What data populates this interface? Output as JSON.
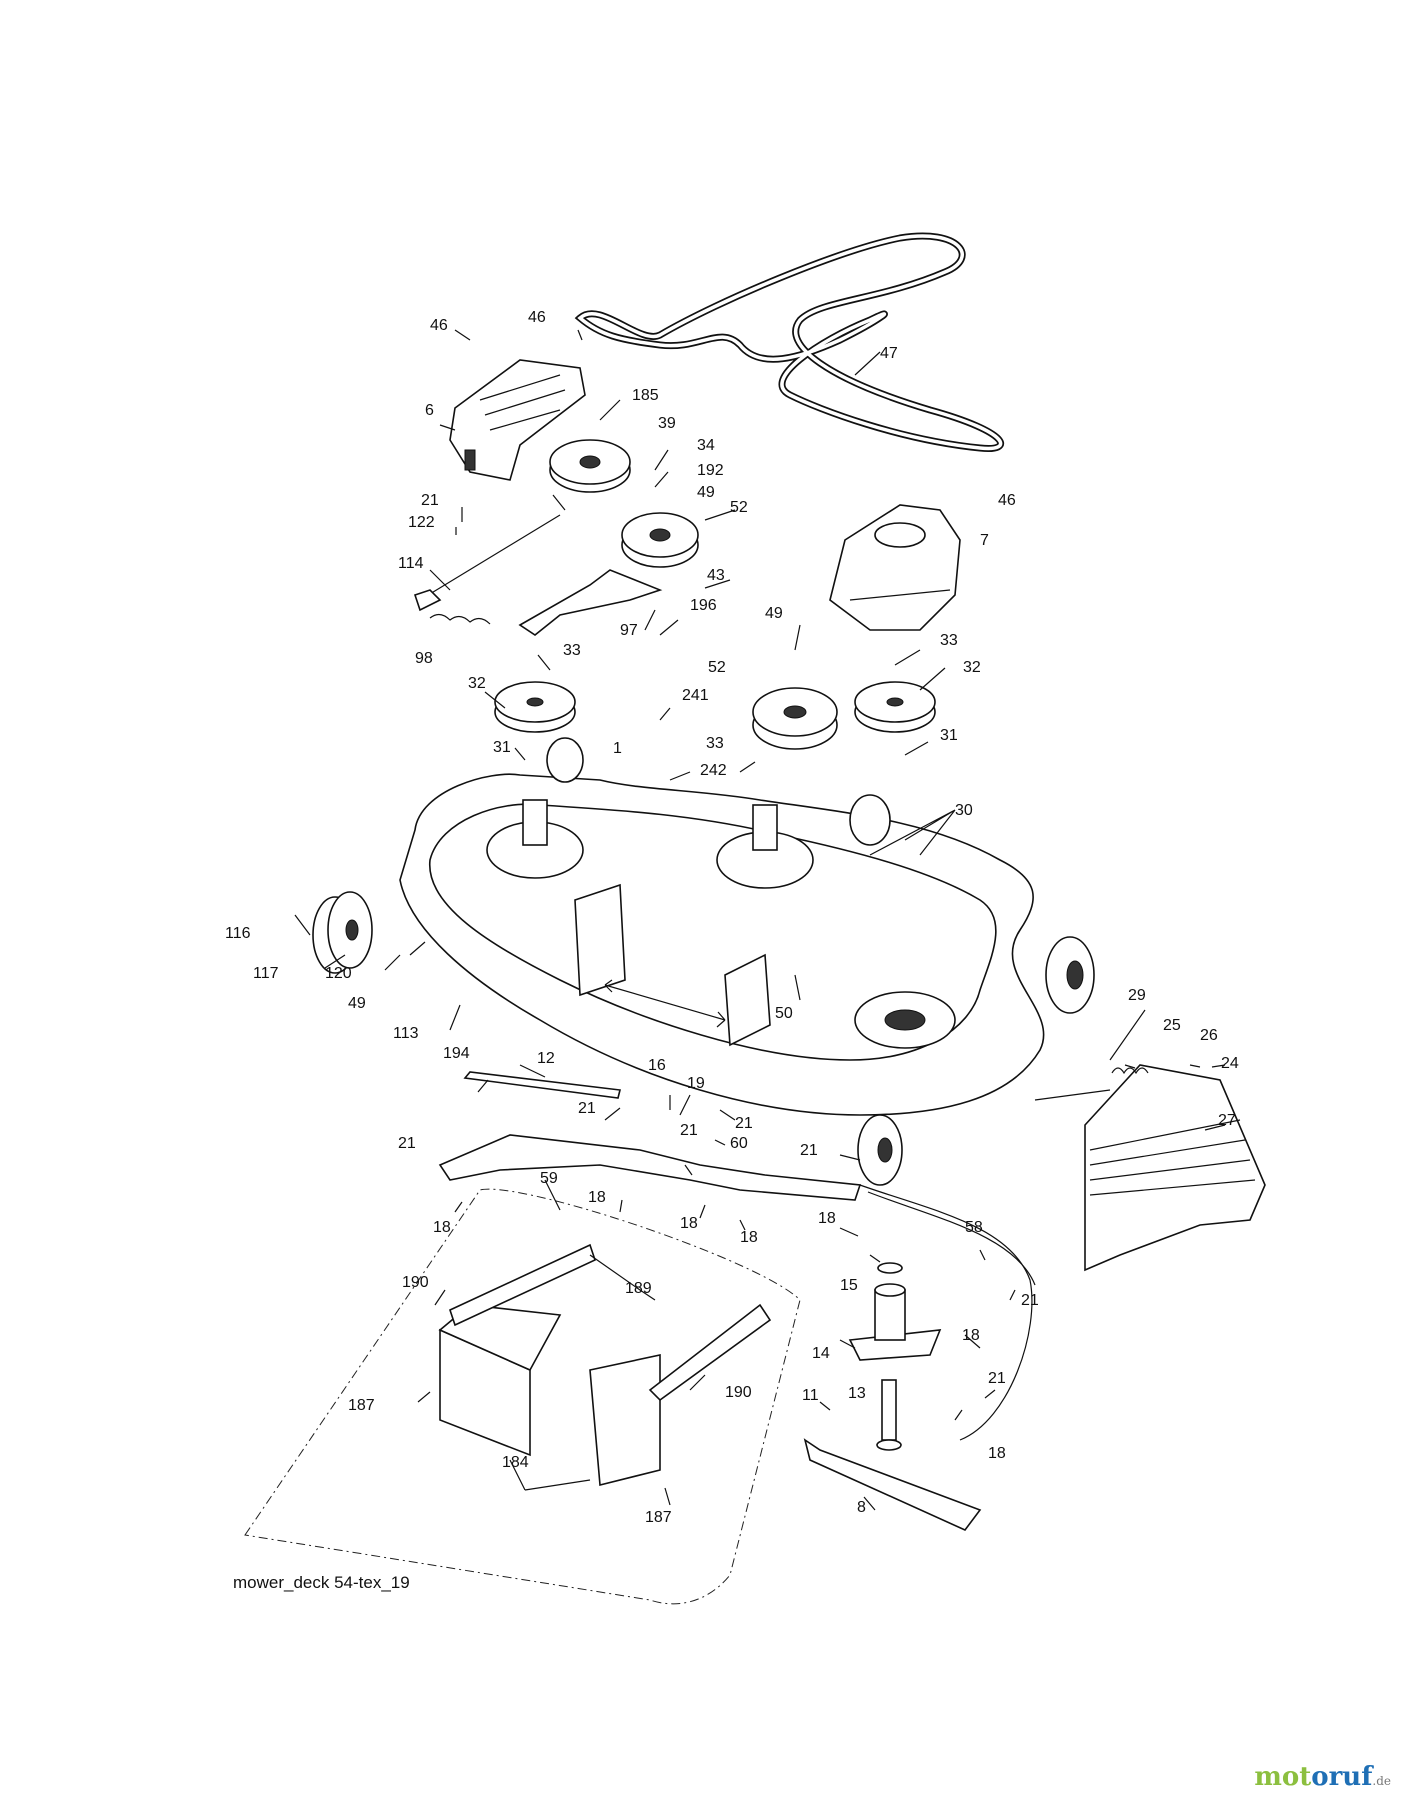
{
  "caption": "mower_deck 54-tex_19",
  "watermark": {
    "part1": "mot",
    "part2": "oruf",
    "tld": ".de"
  },
  "callouts": {
    "c46a": "46",
    "c46b": "46",
    "c46c": "46",
    "c47": "47",
    "c6": "6",
    "c185": "185",
    "c39": "39",
    "c34": "34",
    "c192": "192",
    "c49a": "49",
    "c52a": "52",
    "c21a": "21",
    "c122": "122",
    "c114": "114",
    "c43": "43",
    "c196": "196",
    "c97": "97",
    "c7": "7",
    "c49b": "49",
    "c33a": "33",
    "c98": "98",
    "c33b": "33",
    "c32a": "32",
    "c52b": "52",
    "c32b": "32",
    "c241": "241",
    "c31a": "31",
    "c33c": "33",
    "c242": "242",
    "c1": "1",
    "c31b": "31",
    "c30": "30",
    "c116": "116",
    "c117": "117",
    "c120": "120",
    "c49c": "49",
    "c50": "50",
    "c29": "29",
    "c113": "113",
    "c25": "25",
    "c26": "26",
    "c24": "24",
    "c194": "194",
    "c12": "12",
    "c16": "16",
    "c19": "19",
    "c27": "27",
    "c21b": "21",
    "c21c": "21",
    "c21d": "21",
    "c21e": "21",
    "c60": "60",
    "c21f": "21",
    "c59": "59",
    "c18a": "18",
    "c18b": "18",
    "c18c": "18",
    "c18d": "18",
    "c18e": "18",
    "c58": "58",
    "c190a": "190",
    "c189": "189",
    "c15": "15",
    "c21g": "21",
    "c14": "14",
    "c18f": "18",
    "c21h": "21",
    "c187a": "187",
    "c190b": "190",
    "c11": "11",
    "c13": "13",
    "c184": "184",
    "c18g": "18",
    "c187b": "187",
    "c8": "8"
  }
}
